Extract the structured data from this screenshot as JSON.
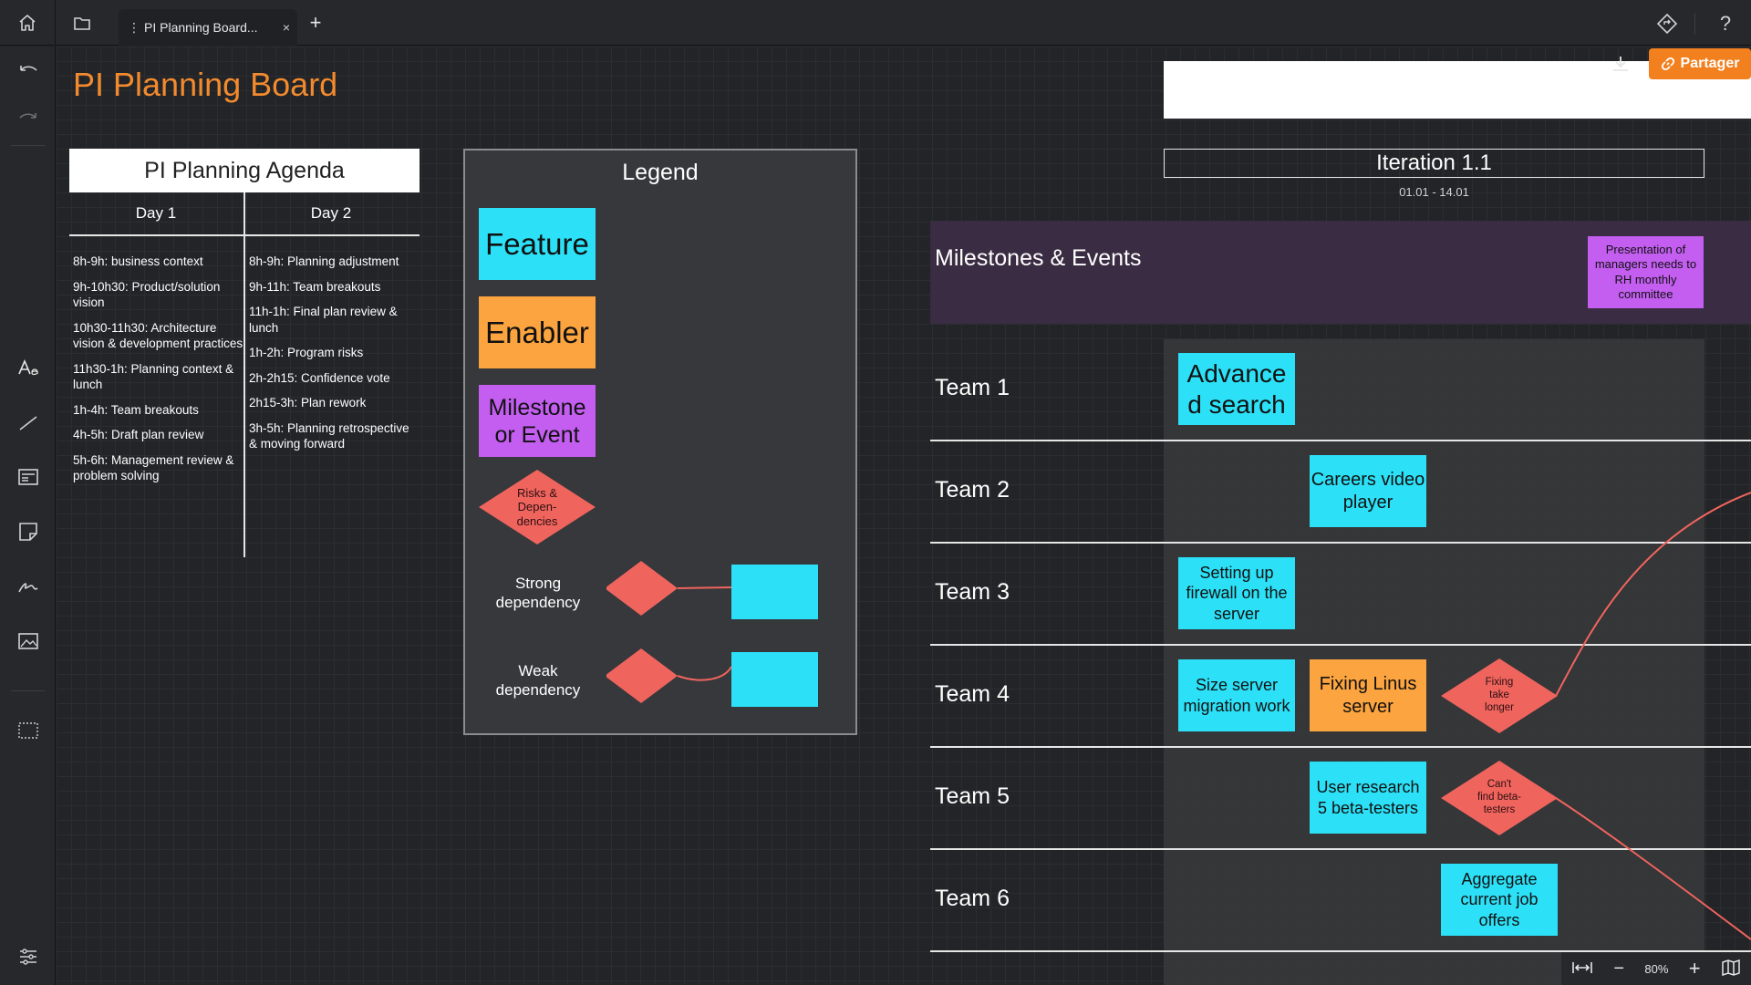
{
  "app": {
    "tab_label": "PI Planning Board...",
    "tab_menu_glyph": "⋮",
    "tab_close_glyph": "×",
    "new_tab_glyph": "+",
    "help_glyph": "?"
  },
  "board": {
    "title": "PI Planning Board"
  },
  "agenda": {
    "title": "PI Planning Agenda",
    "days": [
      {
        "label": "Day 1",
        "items": [
          "8h-9h: business context",
          "9h-10h30: Product/solution vision",
          "10h30-11h30: Architecture vision & development practices",
          "11h30-1h: Planning context & lunch",
          "1h-4h: Team breakouts",
          "4h-5h: Draft plan review",
          "5h-6h: Management review & problem solving"
        ]
      },
      {
        "label": "Day 2",
        "items": [
          "8h-9h: Planning adjustment",
          "9h-11h: Team breakouts",
          "11h-1h: Final plan review & lunch",
          "1h-2h: Program risks",
          "2h-2h15: Confidence vote",
          "2h15-3h: Plan rework",
          "3h-5h: Planning retrospective & moving forward"
        ]
      }
    ]
  },
  "legend": {
    "title": "Legend",
    "feature": "Feature",
    "enabler": "Enabler",
    "milestone": "Milestone or Event",
    "risk": "Risks & Depen-dencies",
    "strong": "Strong dependency",
    "weak": "Weak dependency"
  },
  "iteration": {
    "title": "Iteration 1.1",
    "dates": "01.01 - 14.01"
  },
  "rows": {
    "milestones": "Milestones & Events",
    "team1": "Team 1",
    "team2": "Team 2",
    "team3": "Team 3",
    "team4": "Team 4",
    "team5": "Team 5",
    "team6": "Team 6"
  },
  "cards": {
    "milestone_presentation": "Presentation of managers needs to RH monthly committee",
    "advanced_search": "Advance d search",
    "careers_video": "Careers video player",
    "firewall": "Setting up firewall on the server",
    "size_server": "Size server migration work",
    "fixing_linus": "Fixing Linus server",
    "user_research": "User research 5 beta-testers",
    "aggregate": "Aggregate current job offers"
  },
  "risks": {
    "fixing_longer": "Fixing take longer",
    "cant_find": "Can't find beta-testers"
  },
  "toolbar": {
    "share_label": "Partager",
    "zoom_level": "80%"
  },
  "colors": {
    "feature": "#2ce1f7",
    "enabler": "#fca43f",
    "milestone": "#c35ef0",
    "risk": "#f0645e",
    "title": "#f28a2e",
    "share": "#f2801f"
  },
  "icons": {
    "home": "home-icon",
    "folder": "folder-icon",
    "undo": "undo-icon",
    "redo": "redo-icon",
    "text": "text-tool-icon",
    "line": "line-tool-icon",
    "template": "template-icon",
    "sticky": "sticky-note-icon",
    "draw": "draw-icon",
    "image": "image-icon",
    "frame": "frame-icon",
    "settings": "settings-sliders-icon",
    "download": "download-icon",
    "link": "link-icon",
    "fit": "fit-width-icon",
    "map": "map-icon"
  }
}
